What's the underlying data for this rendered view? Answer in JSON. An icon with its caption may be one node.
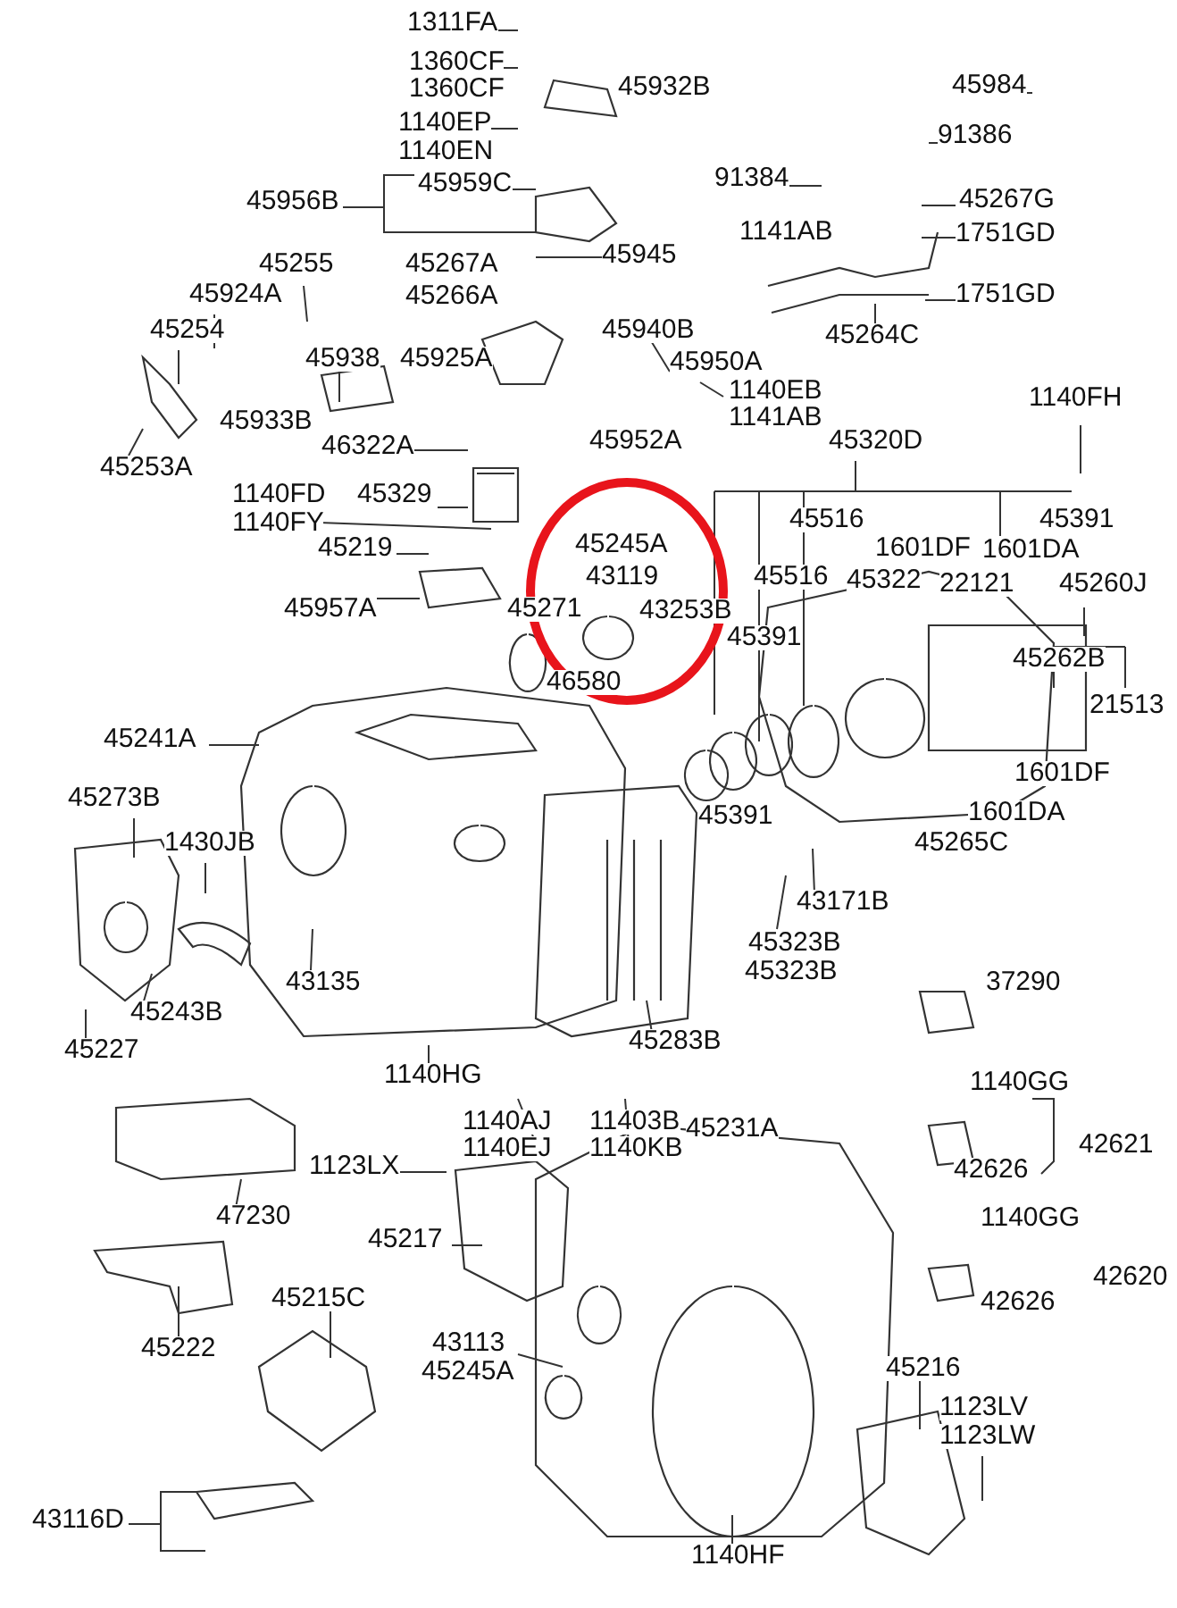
{
  "diagram": {
    "labels": [
      "1311FA",
      "1360CF",
      "1360CF",
      "45932B",
      "45984",
      "1140EP",
      "91386",
      "1140EN",
      "45959C",
      "91384",
      "45956B",
      "45267G",
      "1141AB",
      "1751GD",
      "45255",
      "45267A",
      "45945",
      "45924A",
      "45266A",
      "1751GD",
      "45254",
      "45940B",
      "45264C",
      "45938",
      "45925A",
      "45950A",
      "1140EB",
      "1140FH",
      "45933B",
      "1141AB",
      "46322A",
      "45952A",
      "45320D",
      "45253A",
      "1140FD",
      "45329",
      "1140FY",
      "45516",
      "45391",
      "45219",
      "45245A",
      "1601DF",
      "1601DA",
      "43119",
      "45516",
      "45322",
      "22121",
      "45260J",
      "45957A",
      "45271",
      "43253B",
      "45391",
      "45262B",
      "46580",
      "21513",
      "45241A",
      "1601DF",
      "45273B",
      "45391",
      "1601DA",
      "1430JB",
      "45265C",
      "43171B",
      "45323B",
      "43135",
      "45323B",
      "37290",
      "45243B",
      "45227",
      "45283B",
      "1140HG",
      "1140GG",
      "1140AJ",
      "11403B",
      "45231A",
      "1140EJ",
      "1140KB",
      "42621",
      "1123LX",
      "42626",
      "47230",
      "1140GG",
      "45217",
      "42620",
      "45215C",
      "42626",
      "45222",
      "43113",
      "45245A",
      "45216",
      "1123LV",
      "1123LW",
      "43116D",
      "1140HF"
    ]
  }
}
